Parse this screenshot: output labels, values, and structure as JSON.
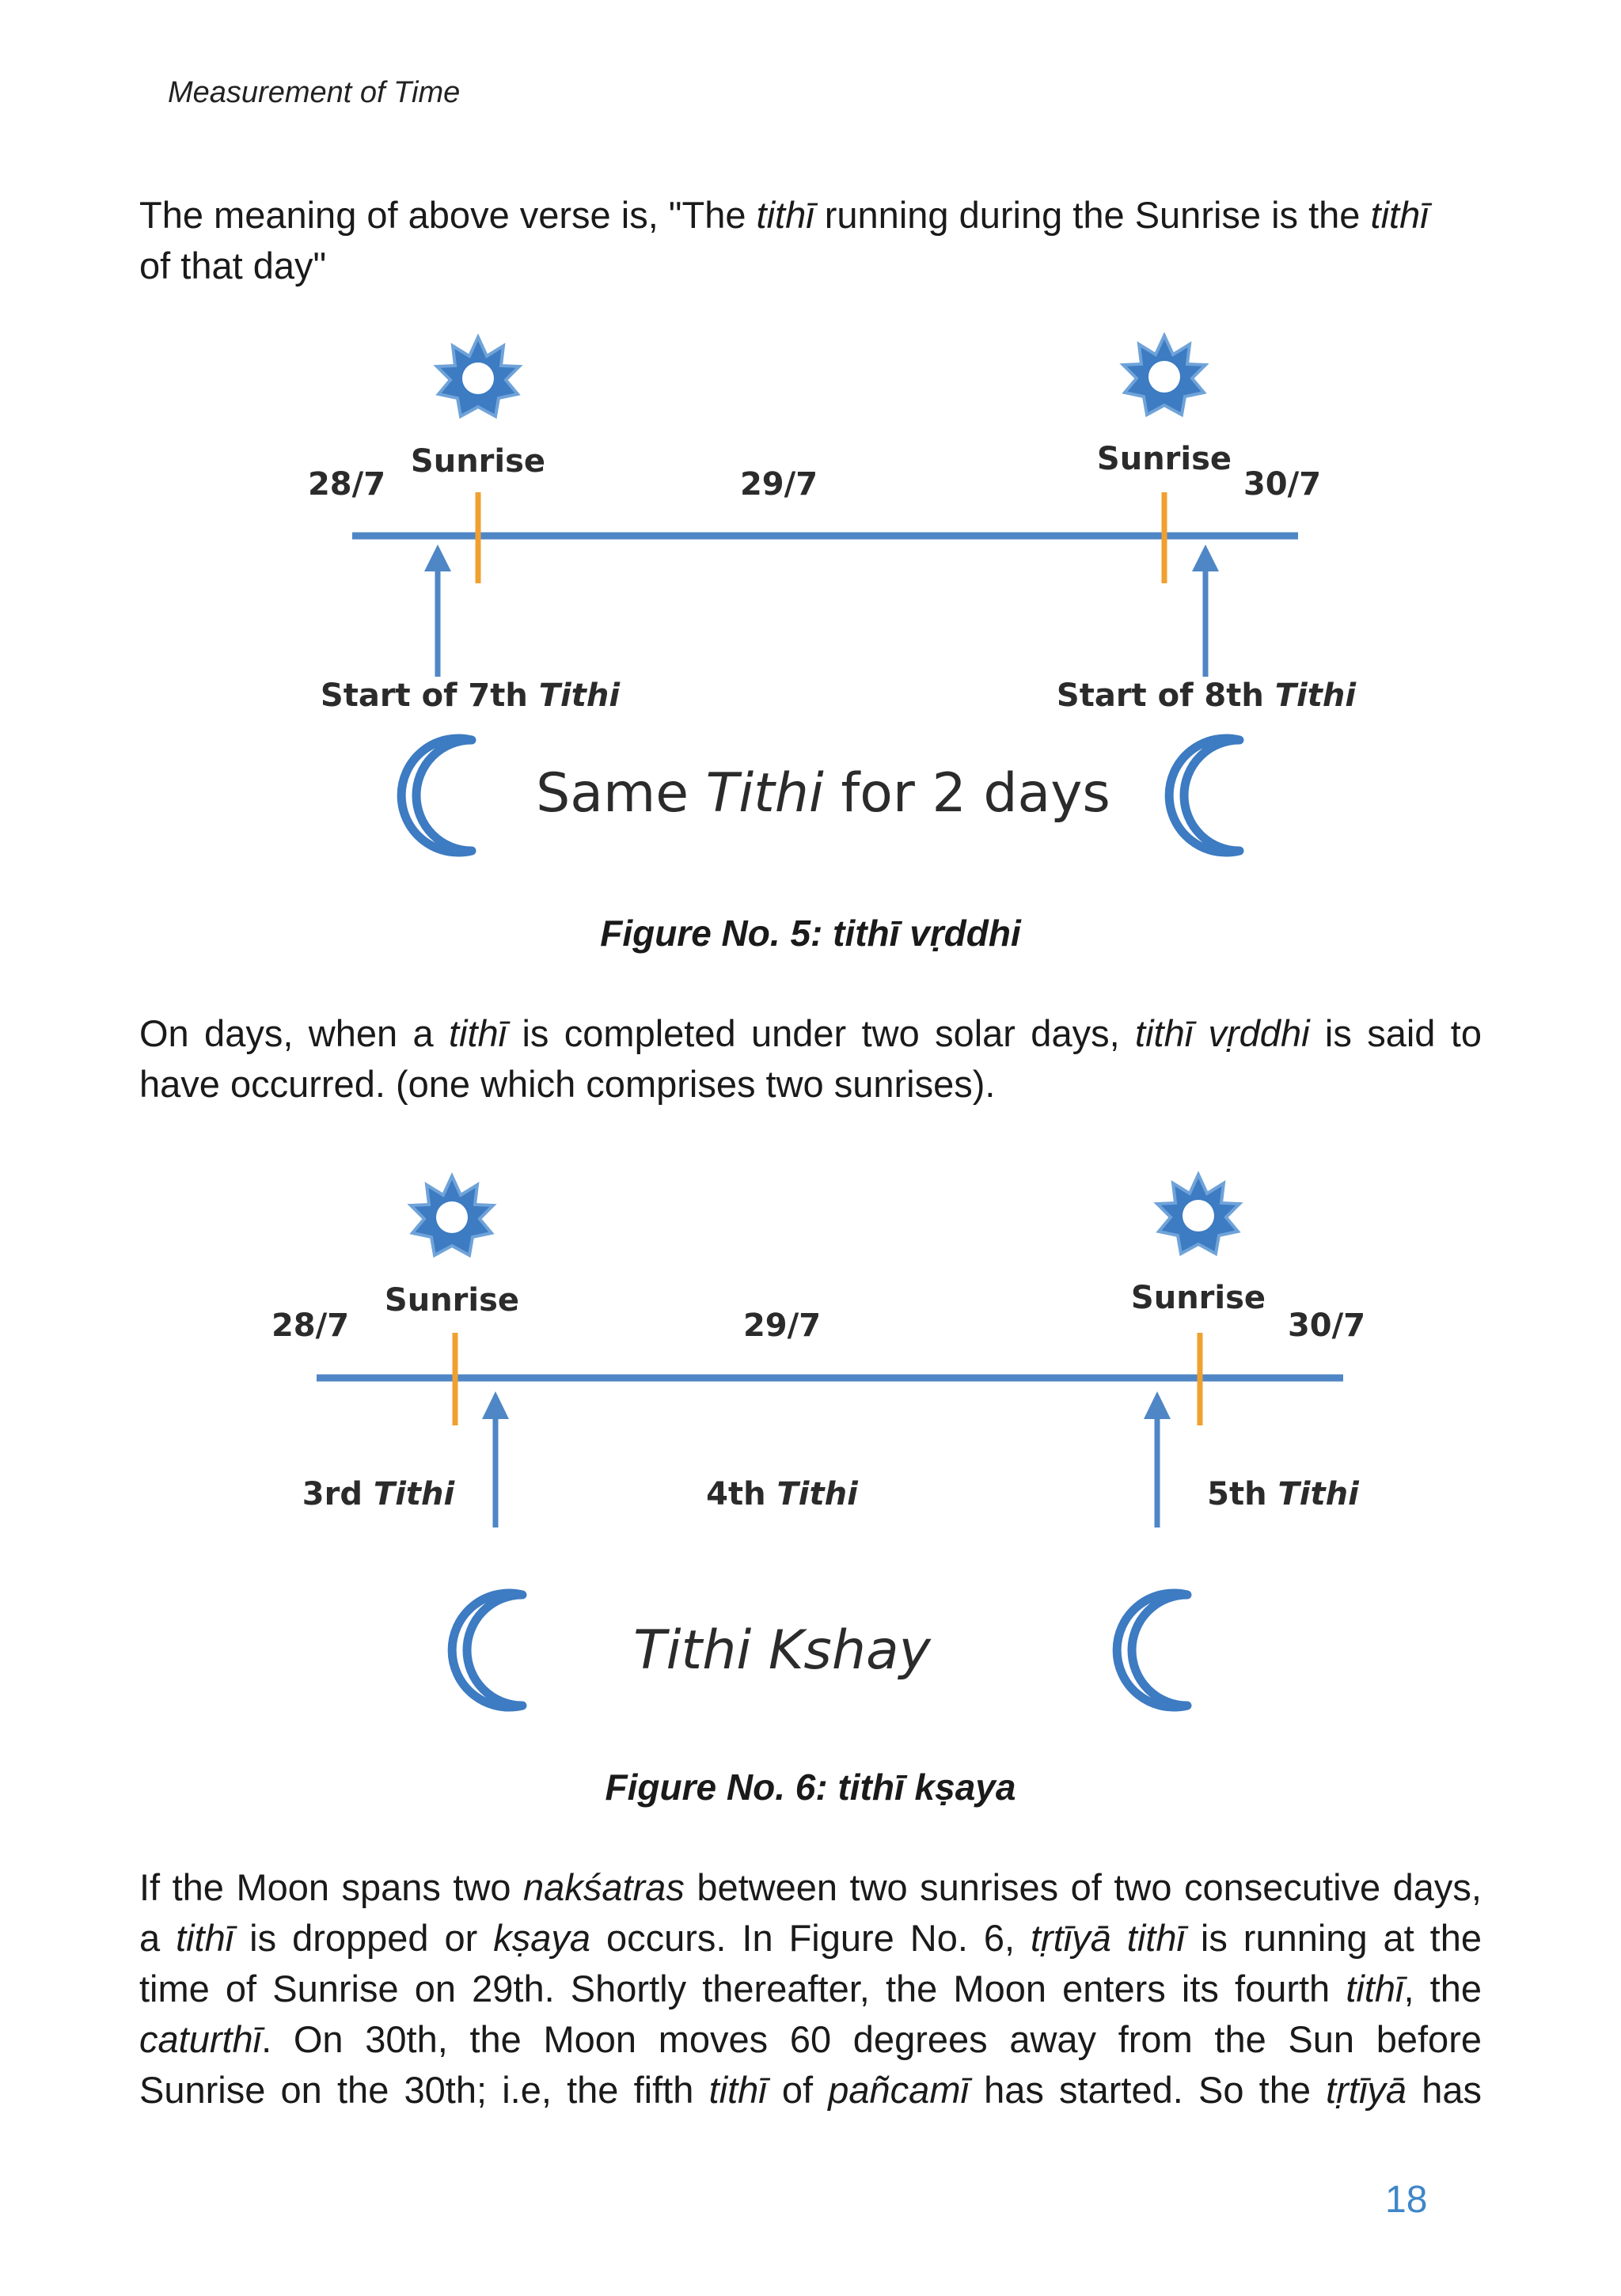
{
  "header": {
    "running_title": "Measurement of Time"
  },
  "para1": {
    "l1_a": "The meaning of above verse is, \"The ",
    "l1_b": "tithī",
    "l1_c": " running during the Sunrise is the ",
    "l1_d": "tithī",
    "l2": "of that day\""
  },
  "figure5": {
    "date_left": "28/7",
    "date_mid": "29/7",
    "date_right": "30/7",
    "sunrise_left": "Sunrise",
    "sunrise_right": "Sunrise",
    "start_left_a": "Start of 7th ",
    "start_left_b": "Tithi",
    "start_right_a": "Start of 8th ",
    "start_right_b": "Tithi",
    "big_a": "Same ",
    "big_b": "Tithi",
    "big_c": " for 2 days",
    "caption": "Figure No. 5: tithī vṛddhi"
  },
  "para2": {
    "a": "On days, when a ",
    "b": "tithī",
    "c": " is completed under two solar days, ",
    "d": "tithī vṛddhi",
    "e": " is said to",
    "l2": "have occurred. (one which comprises two sunrises)."
  },
  "figure6": {
    "date_left": "28/7",
    "date_mid": "29/7",
    "date_right": "30/7",
    "sunrise_left": "Sunrise",
    "sunrise_right": "Sunrise",
    "tithi3_a": "3rd ",
    "tithi3_b": "Tithi",
    "tithi4_a": "4th ",
    "tithi4_b": "Tithi",
    "tithi5_a": "5th ",
    "tithi5_b": "Tithi",
    "big": "Tithi Kshay",
    "caption": "Figure No. 6: tithī  kṣaya"
  },
  "para3": {
    "l1_a": "If the Moon spans two ",
    "l1_b": "nakśatras",
    "l1_c": " between two sunrises of two consecutive days,",
    "l2_a": "a ",
    "l2_b": "tithī",
    "l2_c": " is dropped or ",
    "l2_d": "kṣaya",
    "l2_e": " occurs. In Figure No. 6, ",
    "l2_f": "tṛtīyā tithī",
    "l2_g": " is running at the",
    "l3_a": "time of Sunrise on 29th. Shortly thereafter, the Moon enters its fourth ",
    "l3_b": "tithī",
    "l3_c": ", the",
    "l4_a": "caturthī",
    "l4_b": ". On 30th, the Moon moves 60 degrees away from the Sun before",
    "l5_a": "Sunrise on the 30th; i.e, the fifth ",
    "l5_b": "tithī",
    "l5_c": " of ",
    "l5_d": "pañcamī",
    "l5_e": " has started. So the ",
    "l5_f": "tṛtīyā",
    "l5_g": " has"
  },
  "footer": {
    "page_number": "18"
  },
  "colors": {
    "timeline_blue": "#4f86c6",
    "sunrise_orange": "#f0a030",
    "icon_blue": "#3d7bc2",
    "page_number_blue": "#3f86c8"
  }
}
